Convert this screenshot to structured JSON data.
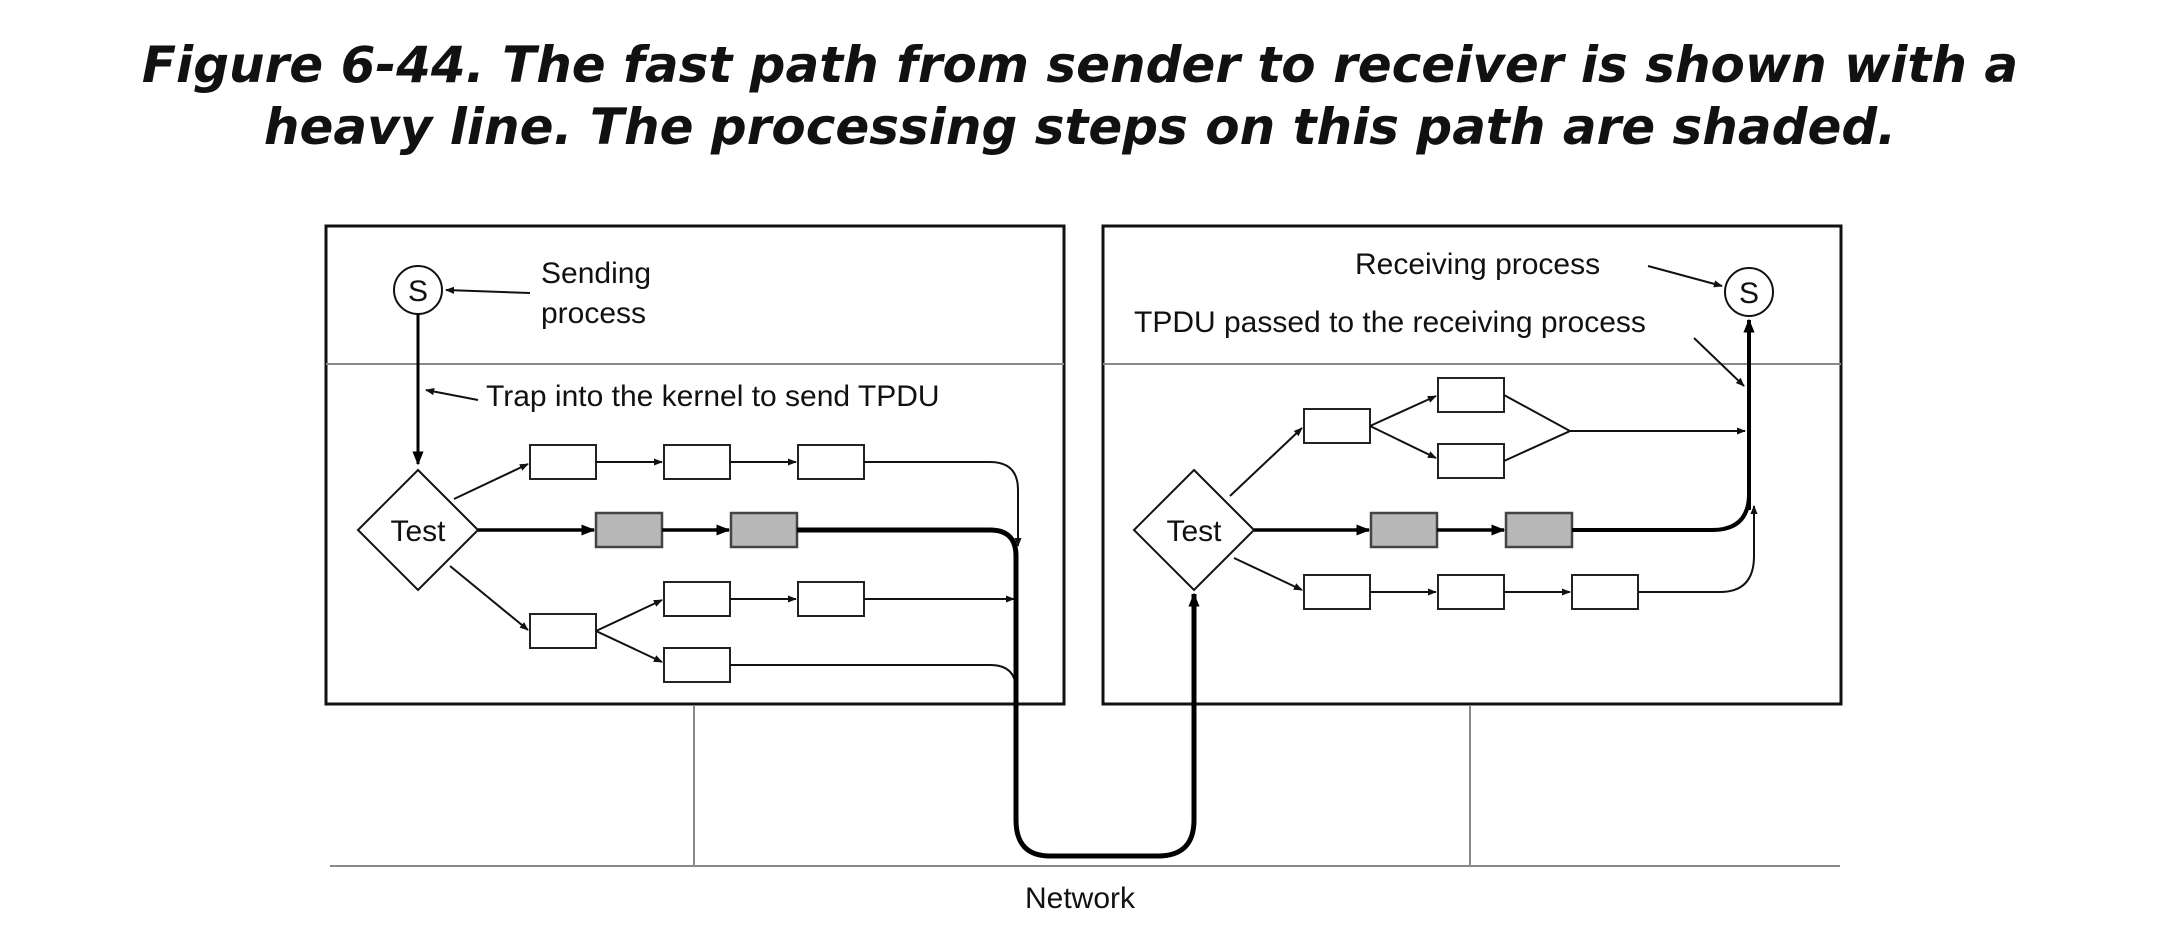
{
  "caption": {
    "line1": "Figure 6-44. The fast path from sender to receiver is shown with a",
    "line2": "heavy line. The processing steps on this path are shaded."
  },
  "sender": {
    "process_symbol": "S",
    "process_label_line1": "Sending",
    "process_label_line2": "process",
    "trap_label": "Trap into the kernel to send TPDU",
    "test_label": "Test"
  },
  "receiver": {
    "process_symbol": "S",
    "process_label": "Receiving process",
    "tpdu_label": "TPDU passed to the receiving process",
    "test_label": "Test"
  },
  "network": {
    "label": "Network"
  },
  "colors": {
    "shaded_box": "#b8b8b8",
    "line": "#111111",
    "divider": "#8a8a8a"
  }
}
